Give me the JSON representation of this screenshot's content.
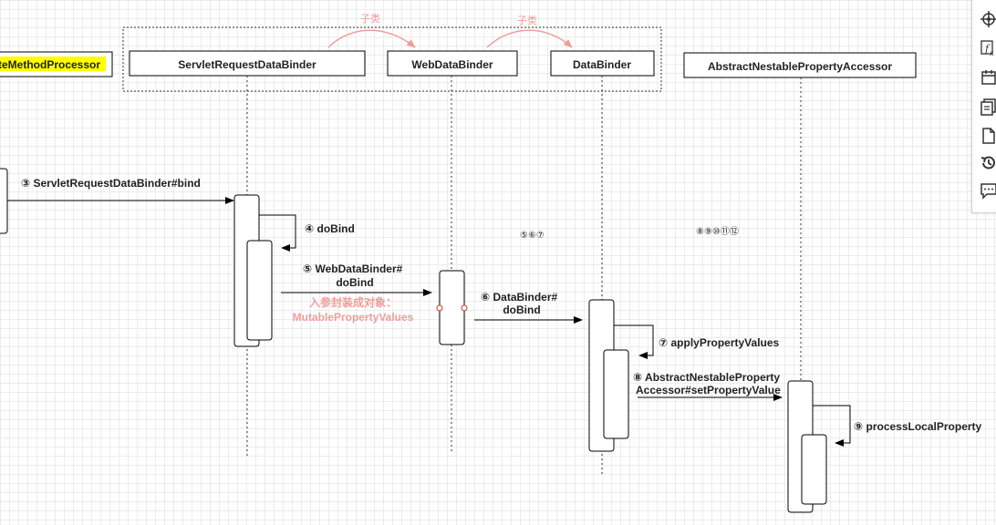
{
  "participants": {
    "first_partial": "teMethodProcessor",
    "servlet_binder": "ServletRequestDataBinder",
    "web_binder": "WebDataBinder",
    "data_binder": "DataBinder",
    "accessor": "AbstractNestablePropertyAccessor"
  },
  "subclass_labels": {
    "first": "子类",
    "second": "子类"
  },
  "messages": {
    "m3": "③  ServletRequestDataBinder#bind",
    "m4": "④  doBind",
    "m5_line1": "⑤  WebDataBinder#",
    "m5_line2": "doBind",
    "m5_note_line1": "入参封装成对象：",
    "m5_note_line2": "MutablePropertyValues",
    "m6_line1": "⑥  DataBinder#",
    "m6_line2": "doBind",
    "m7": "⑦  applyPropertyValues",
    "m8_line1": "⑧  AbstractNestableProperty",
    "m8_line2": "Accessor#setPropertyValue",
    "m9": "⑨  processLocalProperty"
  },
  "step_groups": {
    "group_a": "⑤⑥⑦",
    "group_b": "⑧⑨⑩⑪⑫"
  },
  "colors": {
    "highlight": "#ffff00",
    "note_pink": "#f19c99",
    "line": "#000000",
    "grid": "#ececec"
  },
  "toolbar": {
    "icons": [
      "compass-icon",
      "function-icon",
      "calendar-icon",
      "pages-icon",
      "document-icon",
      "history-icon",
      "comment-icon"
    ]
  }
}
